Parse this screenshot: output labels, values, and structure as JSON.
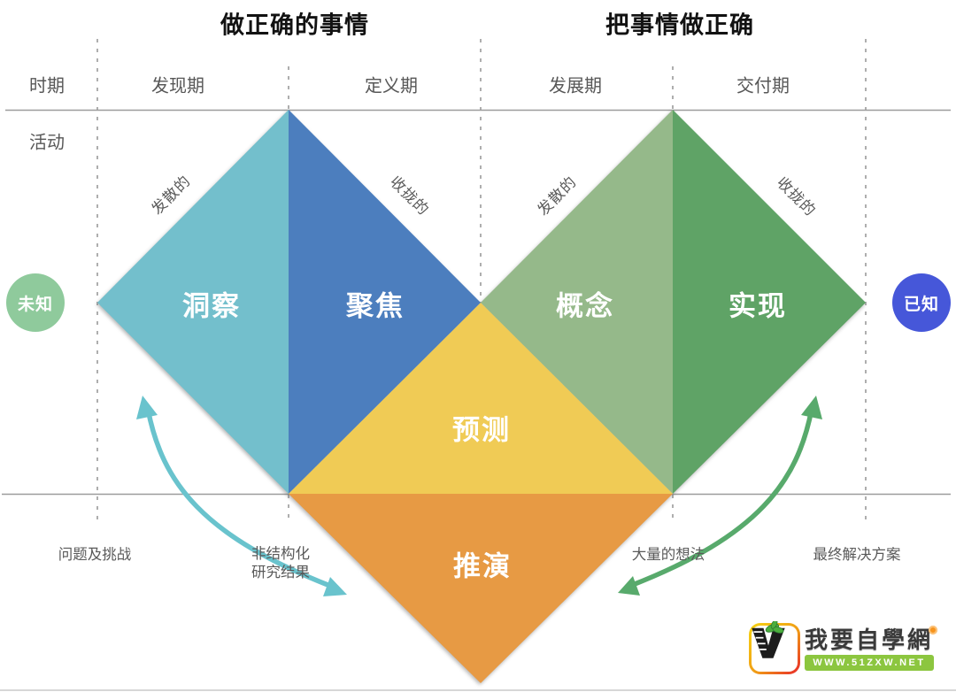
{
  "titles": {
    "left": "做正确的事情",
    "right": "把事情做正确"
  },
  "axis": {
    "period_label": "时期",
    "activity_label": "活动"
  },
  "phases": [
    {
      "id": "discover",
      "label": "发现期"
    },
    {
      "id": "define",
      "label": "定义期"
    },
    {
      "id": "develop",
      "label": "发展期"
    },
    {
      "id": "deliver",
      "label": "交付期"
    }
  ],
  "segments": [
    {
      "id": "insight",
      "label": "洞察",
      "color": "#73BFCC"
    },
    {
      "id": "focus",
      "label": "聚焦",
      "color": "#4C7EBE"
    },
    {
      "id": "concept",
      "label": "概念",
      "color": "#95B98A"
    },
    {
      "id": "realize",
      "label": "实现",
      "color": "#5FA366"
    },
    {
      "id": "predict",
      "label": "预测",
      "color": "#F0CB55"
    },
    {
      "id": "deduce",
      "label": "推演",
      "color": "#E79A44"
    }
  ],
  "edge_labels": {
    "divergent": "发散的",
    "convergent": "收拢的"
  },
  "endpoints": {
    "unknown": {
      "label": "未知",
      "color": "#8FCA9C"
    },
    "known": {
      "label": "已知",
      "color": "#4657D9"
    }
  },
  "bottom_labels": {
    "problems": "问题及挑战",
    "unstructured_line1": "非结构化",
    "unstructured_line2": "研究结果",
    "ideas": "大量的想法",
    "solution": "最终解决方案"
  },
  "arrows": {
    "left_color": "#69C3CD",
    "right_color": "#58AA6C"
  },
  "lines": {
    "color": "#A6A6A6"
  },
  "watermark": {
    "title": "我要自學網",
    "url": "WWW.51ZXW.NET",
    "bar_color": "#8CC63F"
  }
}
